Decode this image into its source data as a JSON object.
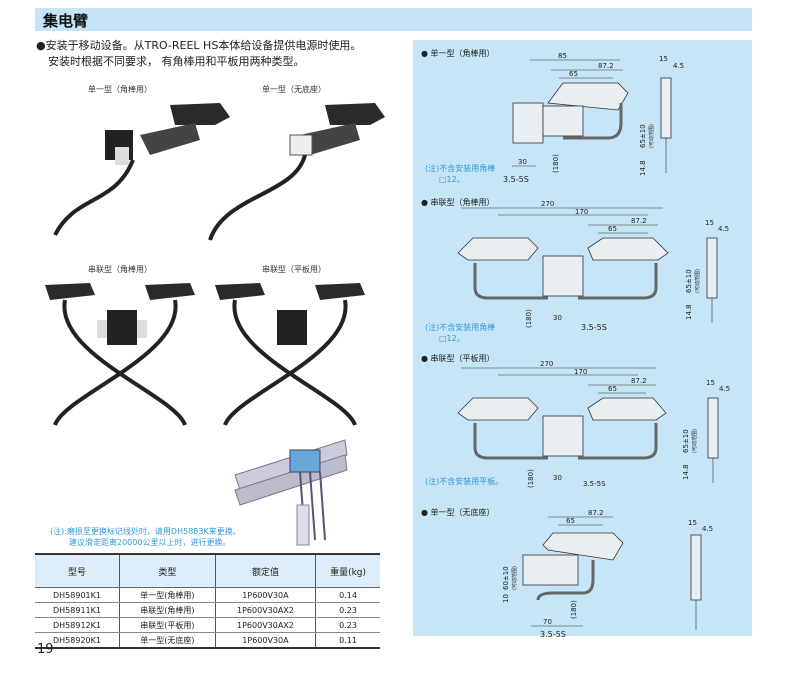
{
  "header": {
    "title": "集电臂"
  },
  "intro": [
    "●安装于移动设备。从TRO-REEL HS本体给设备提供电源时使用。",
    "安装时根据不同要求， 有角棒用和平板用两种类型。"
  ],
  "photos": [
    "单一型（角棒用）",
    "单一型（无底座）",
    "串联型（角棒用）",
    "串联型（平板用）"
  ],
  "note": [
    "(注):磨损至更换标记线处时，请用DH5883K来更换。",
    "建议滑走距离20000公里以上时，进行更换。"
  ],
  "table": {
    "headers": [
      "型号",
      "类型",
      "额定值",
      "重量(kg)"
    ],
    "rows": [
      [
        "DH58901K1",
        "单一型(角棒用)",
        "1P600V30A",
        "0.14"
      ],
      [
        "DH58911K1",
        "串联型(角棒用)",
        "1P600V30AX2",
        "0.23"
      ],
      [
        "DH58912K1",
        "串联型(平板用)",
        "1P600V30AX2",
        "0.23"
      ],
      [
        "DH58920K1",
        "单一型(无底座)",
        "1P600V30A",
        "0.11"
      ]
    ]
  },
  "page_number": "19",
  "drawings": [
    {
      "title": "● 单一型（角棒用）",
      "note": [
        "(注)不含安装用角棒",
        "□12。"
      ],
      "dims": [
        "85",
        "87.2",
        "65",
        "65±10",
        "(可动范围)",
        "14.8",
        "30",
        "(180)",
        "3.5-5S",
        "15",
        "4.5"
      ]
    },
    {
      "title": "● 串联型（角棒用）",
      "note": [
        "(注)不含安装用角棒",
        "□12。"
      ],
      "dims": [
        "270",
        "170",
        "87.2",
        "65",
        "65±10",
        "(可动范围)",
        "14.8",
        "30",
        "(180)",
        "3.5-5S",
        "15",
        "4.5"
      ]
    },
    {
      "title": "● 串联型（平板用）",
      "note": [
        "(注)不含安装用平板。"
      ],
      "dims": [
        "270",
        "170",
        "87.2",
        "65",
        "65±10",
        "(可动范围)",
        "14.8",
        "30",
        "(180)",
        "3.5-5S",
        "15",
        "4.5"
      ]
    },
    {
      "title": "● 单一型（无底座）",
      "dims": [
        "87.2",
        "65",
        "60±10",
        "(可动范围)",
        "10",
        "(180)",
        "70",
        "3.5-5S",
        "15",
        "4.5"
      ]
    }
  ],
  "colors": {
    "header_bg": "#c5e4f7",
    "panel_bg": "#c6e5f6",
    "note": "#2f9ad6"
  }
}
